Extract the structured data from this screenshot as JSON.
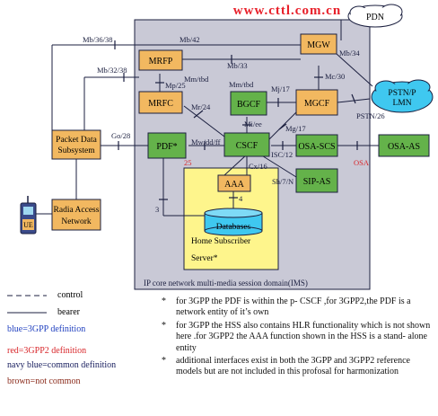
{
  "header": {
    "url": "www.cttl.com.cn",
    "url_color": "#e8202a"
  },
  "colors": {
    "orange": "#f2b860",
    "green": "#64b24a",
    "yellow": "#fef58c",
    "cyan": "#3fc8f0",
    "panel": "#c9c9d6",
    "line": "#1b1f3f"
  },
  "nodes": {
    "pdn": "PDN",
    "mgw": "MGW",
    "mrfp": "MRFP",
    "mrfc": "MRFC",
    "bgcf": "BGCF",
    "mgcf": "MGCF",
    "pstn_line1": "PSTN/P",
    "pstn_line2": "LMN",
    "pds_line1": "Packet Data",
    "pds_line2": "Subsystem",
    "pdf": "PDF*",
    "cscf": "CSCF",
    "osa_scs": "OSA-SCS",
    "osa_as": "OSA-AS",
    "sip_as": "SIP-AS",
    "aaa": "AAA",
    "databases": "Databases",
    "hss_line1": "Home Subscriber",
    "hss_line2": "Server*",
    "ran_line1": "Radia Access",
    "ran_line2": "Network",
    "ue": "UE",
    "ims_domain": "IP core network multi-media session domain(IMS)"
  },
  "interfaces": {
    "mb36_38": "Mb/36/38",
    "mb42": "Mb/42",
    "mb32_38": "Mb/32/38",
    "mb33": "Mb/33",
    "mb34": "Mb/34",
    "mc30": "Mc/30",
    "mp25": "Mp/25",
    "mm_tbd": "Mm/tbd",
    "mm_tbd2": "Mm/tbd",
    "mj17": "Mj/17",
    "mr24": "Mr/24",
    "mi_ee": "Mi/ee",
    "mg17": "Mg/17",
    "pstn26": "PSTN/26",
    "go28": "Go/28",
    "mw_dd_ff": "Mw/dd/ff",
    "isc12": "ISC/12",
    "cx16": "Cx/16",
    "sh7": "Sh/7/N",
    "osa": "OSA",
    "n25": "25",
    "n3": "3",
    "n4": "4"
  },
  "legend": {
    "control": "control",
    "bearer": "bearer",
    "blue_def": "blue=3GPP definition",
    "red_def": "red=3GPP2 definition",
    "navy_def": "navy blue=common definition",
    "brown_def": "brown=not common",
    "blue_color": "#1f3fbf",
    "red_color": "#d8262a",
    "navy_color": "#1a2060",
    "brown_color": "#8a2a1a"
  },
  "notes": [
    "for 3GPP the PDF is within the p- CSCF ,for 3GPP2,the PDF is a network entity of it’s own",
    "for 3GPP the HSS also contains HLR functionality which is not shown here .for 3GPP2 the AAA function shown in the HSS is a stand- alone entity",
    "additional interfaces exist in both the 3GPP and 3GPP2 reference models but are not included in this profosal for harmonization"
  ],
  "note_star": "*"
}
